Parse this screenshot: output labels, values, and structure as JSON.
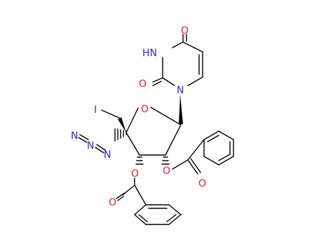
{
  "molecule": {
    "atoms": {
      "uracil_o4": "O",
      "uracil_n3": "HN",
      "uracil_o2": "O",
      "uracil_n1": "N",
      "ring_oxygen": "O",
      "iodine": "I",
      "azide_n_terminal": "N",
      "azide_n_middle": "N",
      "azide_n_proximal": "N",
      "ester_o_c3": "O",
      "carbonyl_o_c3": "O",
      "ester_o_c2": "O",
      "carbonyl_o_c2": "O"
    }
  },
  "colors": {
    "bond": "#000000",
    "oxygen": "#e0231d",
    "nitrogen": "#2b2bd4",
    "iodine": "#8a1a8a"
  }
}
